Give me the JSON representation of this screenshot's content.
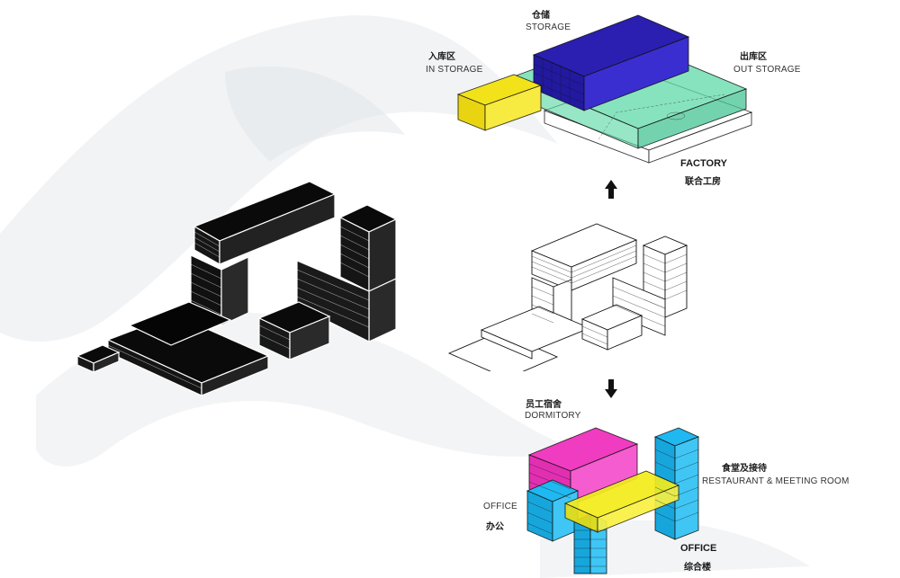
{
  "labels": {
    "storage_cn": "仓储",
    "storage_en": "STORAGE",
    "in_storage_cn": "入库区",
    "in_storage_en": "IN STORAGE",
    "out_storage_cn": "出库区",
    "out_storage_en": "OUT STORAGE",
    "factory_en": "FACTORY",
    "factory_cn": "联合工房",
    "dormitory_cn": "员工宿舍",
    "dormitory_en": "DORMITORY",
    "restaurant_cn": "食堂及接待",
    "restaurant_en": "RESTAURANT & MEETING ROOM",
    "office_left_en": "OFFICE",
    "office_left_cn": "办公",
    "office_en": "OFFICE",
    "office_cn": "综合楼"
  },
  "colors": {
    "storage": "#2a1fb0",
    "in_storage": "#f2e21a",
    "out_storage": "#5fd9a8",
    "dormitory": "#f03cc0",
    "restaurant": "#f2ec1a",
    "office": "#1fb8f0",
    "model_dark": "#0a0a0a",
    "arrow": "#111111"
  }
}
